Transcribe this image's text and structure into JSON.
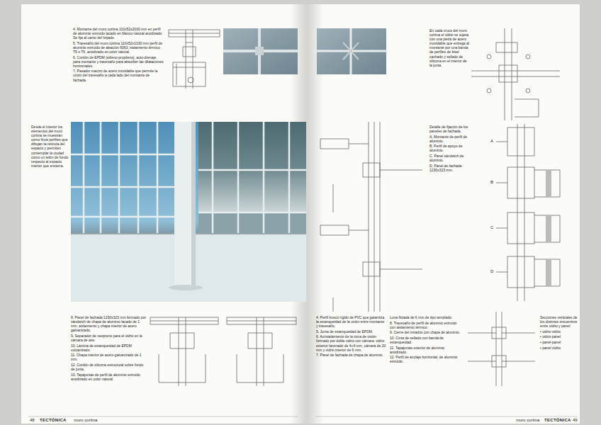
{
  "diagram": {
    "labels": [
      "4. Montante del muro cortina 110x52x2000 mm en perfil de aluminio extruido lacado en blanco natural anodizado. Se fija al canto del forjado.",
      "5. Travesaño del muro cortina 110x52x1330 mm perfil de aluminio extruido de aleación 6063, tratamiento térmico T5 o T6, anodizado en color natural.",
      "6. Cordón de EPDM (etileno-propileno), auto-drenaje para montante y travesaño para absorber las dilataciones horizontales.",
      "7. Pasador macizo de acero inoxidable que permite la unión del travesaño a cada lado del montante de fachada.",
      "En cada cruce del muro cortina el vidrio se sujeta con una pieza de acero inoxidable que entrega al montante por una banda de perfiles de bisel cachado y sellado de silicona en el interior de la junta.",
      "Desde el interior los elementos del muro cortina se muestran como finos perfiles que dibujan la retícula del espacio y permiten contemplar la ciudad como un telón de fondo respecto al espacio interior que encierra.",
      "Detalle de fijación de los paneles de fachada.",
      "A. Montante de perfil de aluminio.",
      "B. Perfil de apoyo de aluminio.",
      "C. Panel sándwich de aluminio.",
      "D. Panel de fachada 1230x323 mm.",
      "8. Panel de fachada 1230x323 mm formado por sándwich de chapa de aluminio lacado de 1 mm, aislamiento y chapa interior de acero galvanizado.",
      "9. Separador de neopreno para el vidrio en la cámara de aire.",
      "10. Lámina de estanqueidad de EPDM vulcanizado.",
      "11. Chapa interior de acero galvanizado de 1 mm.",
      "12. Cordón de silicona estructural sobre fondo de junta.",
      "13. Tapajuntas de perfil de aluminio extruido anodizado en color natural.",
      "4. Perfil hueco rígido de PVC que garantiza la estanqueidad de la unión entre montante y travesaño.",
      "5. Junta de estanqueidad de EPDM.",
      "6. Acristalamiento de la zona de visión formado por doble vidrio con cámara: vidrio exterior laminado de 4+4 mm, cámara de 20 mm y vidrio interior de 6 mm.",
      "7. Panel de fachada de chapa de aluminio.",
      "Luna flotada de 6 mm de tipo templado.",
      "8. Travesaño de perfil de aluminio extruido con aislamiento térmico.",
      "9. Cierre del intradós con chapa de aluminio.",
      "10. Cinta de sellado con banda de estanqueidad.",
      "11. Tapajuntas exterior de aluminio anodizado.",
      "12. Perfil de anclaje horizontal, de aluminio extruido.",
      "Secciones verticales de los distintos encuentros entre vidrio y panel:",
      "• vidrio-vidrio",
      "• vidrio-panel",
      "• panel-panel",
      "• panel-vidrio",
      "48",
      "TECTÓNICA",
      "muro cortina",
      "muro cortina",
      "TECTÓNICA",
      "49",
      "A",
      "B",
      "C",
      "D"
    ]
  }
}
